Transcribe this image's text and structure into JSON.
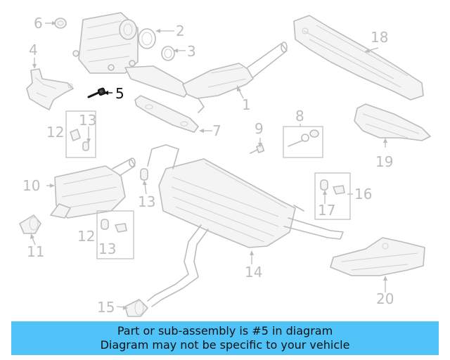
{
  "diagram": {
    "callouts": {
      "c1": "1",
      "c2": "2",
      "c3": "3",
      "c4": "4",
      "c5": "5",
      "c6": "6",
      "c7": "7",
      "c8": "8",
      "c9": "9",
      "c10": "10",
      "c11": "11",
      "c12a": "12",
      "c12b": "12",
      "c13a": "13",
      "c13b": "13",
      "c13c": "13",
      "c14": "14",
      "c15": "15",
      "c16": "16",
      "c17": "17",
      "c18": "18",
      "c19": "19",
      "c20": "20"
    },
    "highlighted_part": "5",
    "colors": {
      "highlight": "#000000",
      "parts": "#bcbcbc",
      "banner": "#4fc3f7"
    }
  },
  "banner": {
    "line1": "Part or sub-assembly is #5 in diagram",
    "line2": "Diagram may not be specific to your vehicle"
  }
}
